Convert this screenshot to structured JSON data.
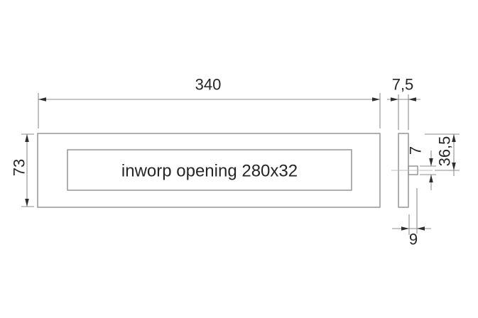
{
  "front_view": {
    "width_mm": "340",
    "height_mm": "73",
    "opening_label": "inworp opening 280x32"
  },
  "side_view": {
    "thickness_mm": "7,5",
    "pin_height_mm": "7",
    "top_to_pin_center_mm": "36,5",
    "pin_protrusion_mm": "9"
  },
  "colors": {
    "background": "#ffffff",
    "line": "#8e8e8e",
    "centerline": "#bcbcbc",
    "text_and_arrows": "#262626"
  }
}
